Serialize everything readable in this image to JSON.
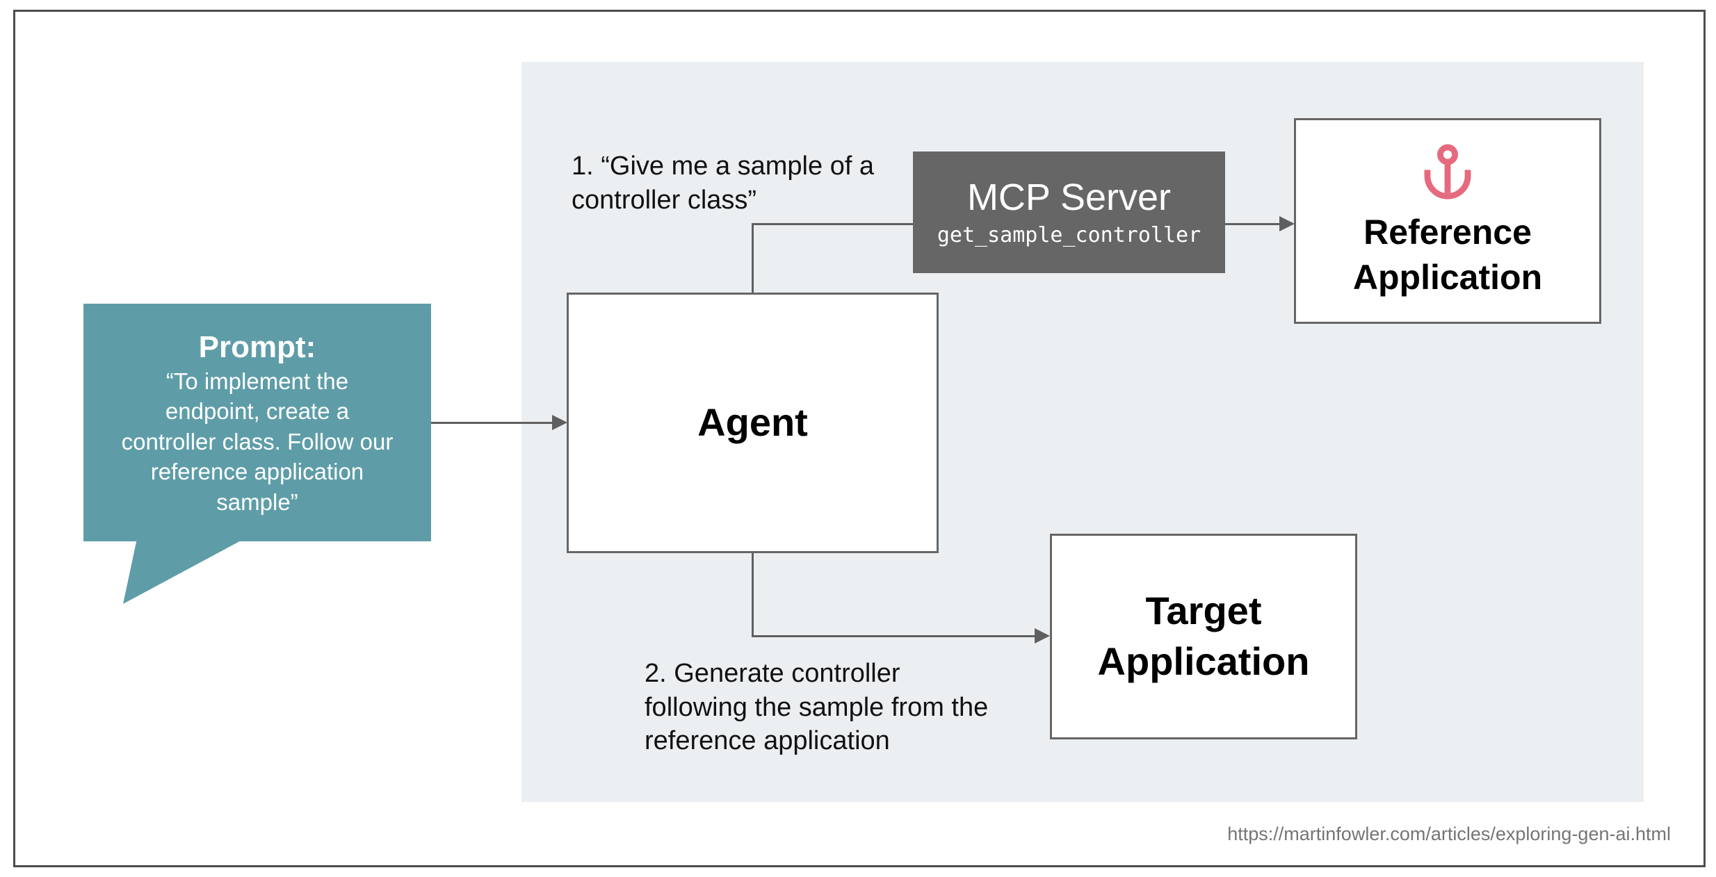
{
  "page": {
    "url_caption": "https://martinfowler.com/articles/exploring-gen-ai.html"
  },
  "colors": {
    "bubble": "#5E9DA8",
    "panel": "#ECEFF1",
    "mcp": "#666666",
    "anchor": "#E56A7E",
    "line": "#5F5F5F",
    "border": "#666666",
    "frame": "#4D4D4D",
    "urltext": "#757575"
  },
  "bubble": {
    "title": "Prompt:",
    "body": "“To implement the\nendpoint, create a\ncontroller class. Follow our\nreference application\nsample”"
  },
  "nodes": {
    "agent": {
      "label": "Agent"
    },
    "mcp_server": {
      "title": "MCP Server",
      "subtitle": "get_sample_controller"
    },
    "reference_app": {
      "label": "Reference\nApplication",
      "icon": "anchor-icon"
    },
    "target_app": {
      "label": "Target\nApplication"
    }
  },
  "annotations": {
    "step1": "1. “Give me a sample of a\ncontroller class”",
    "step2": "2. Generate controller\nfollowing the sample from the\nreference application"
  }
}
